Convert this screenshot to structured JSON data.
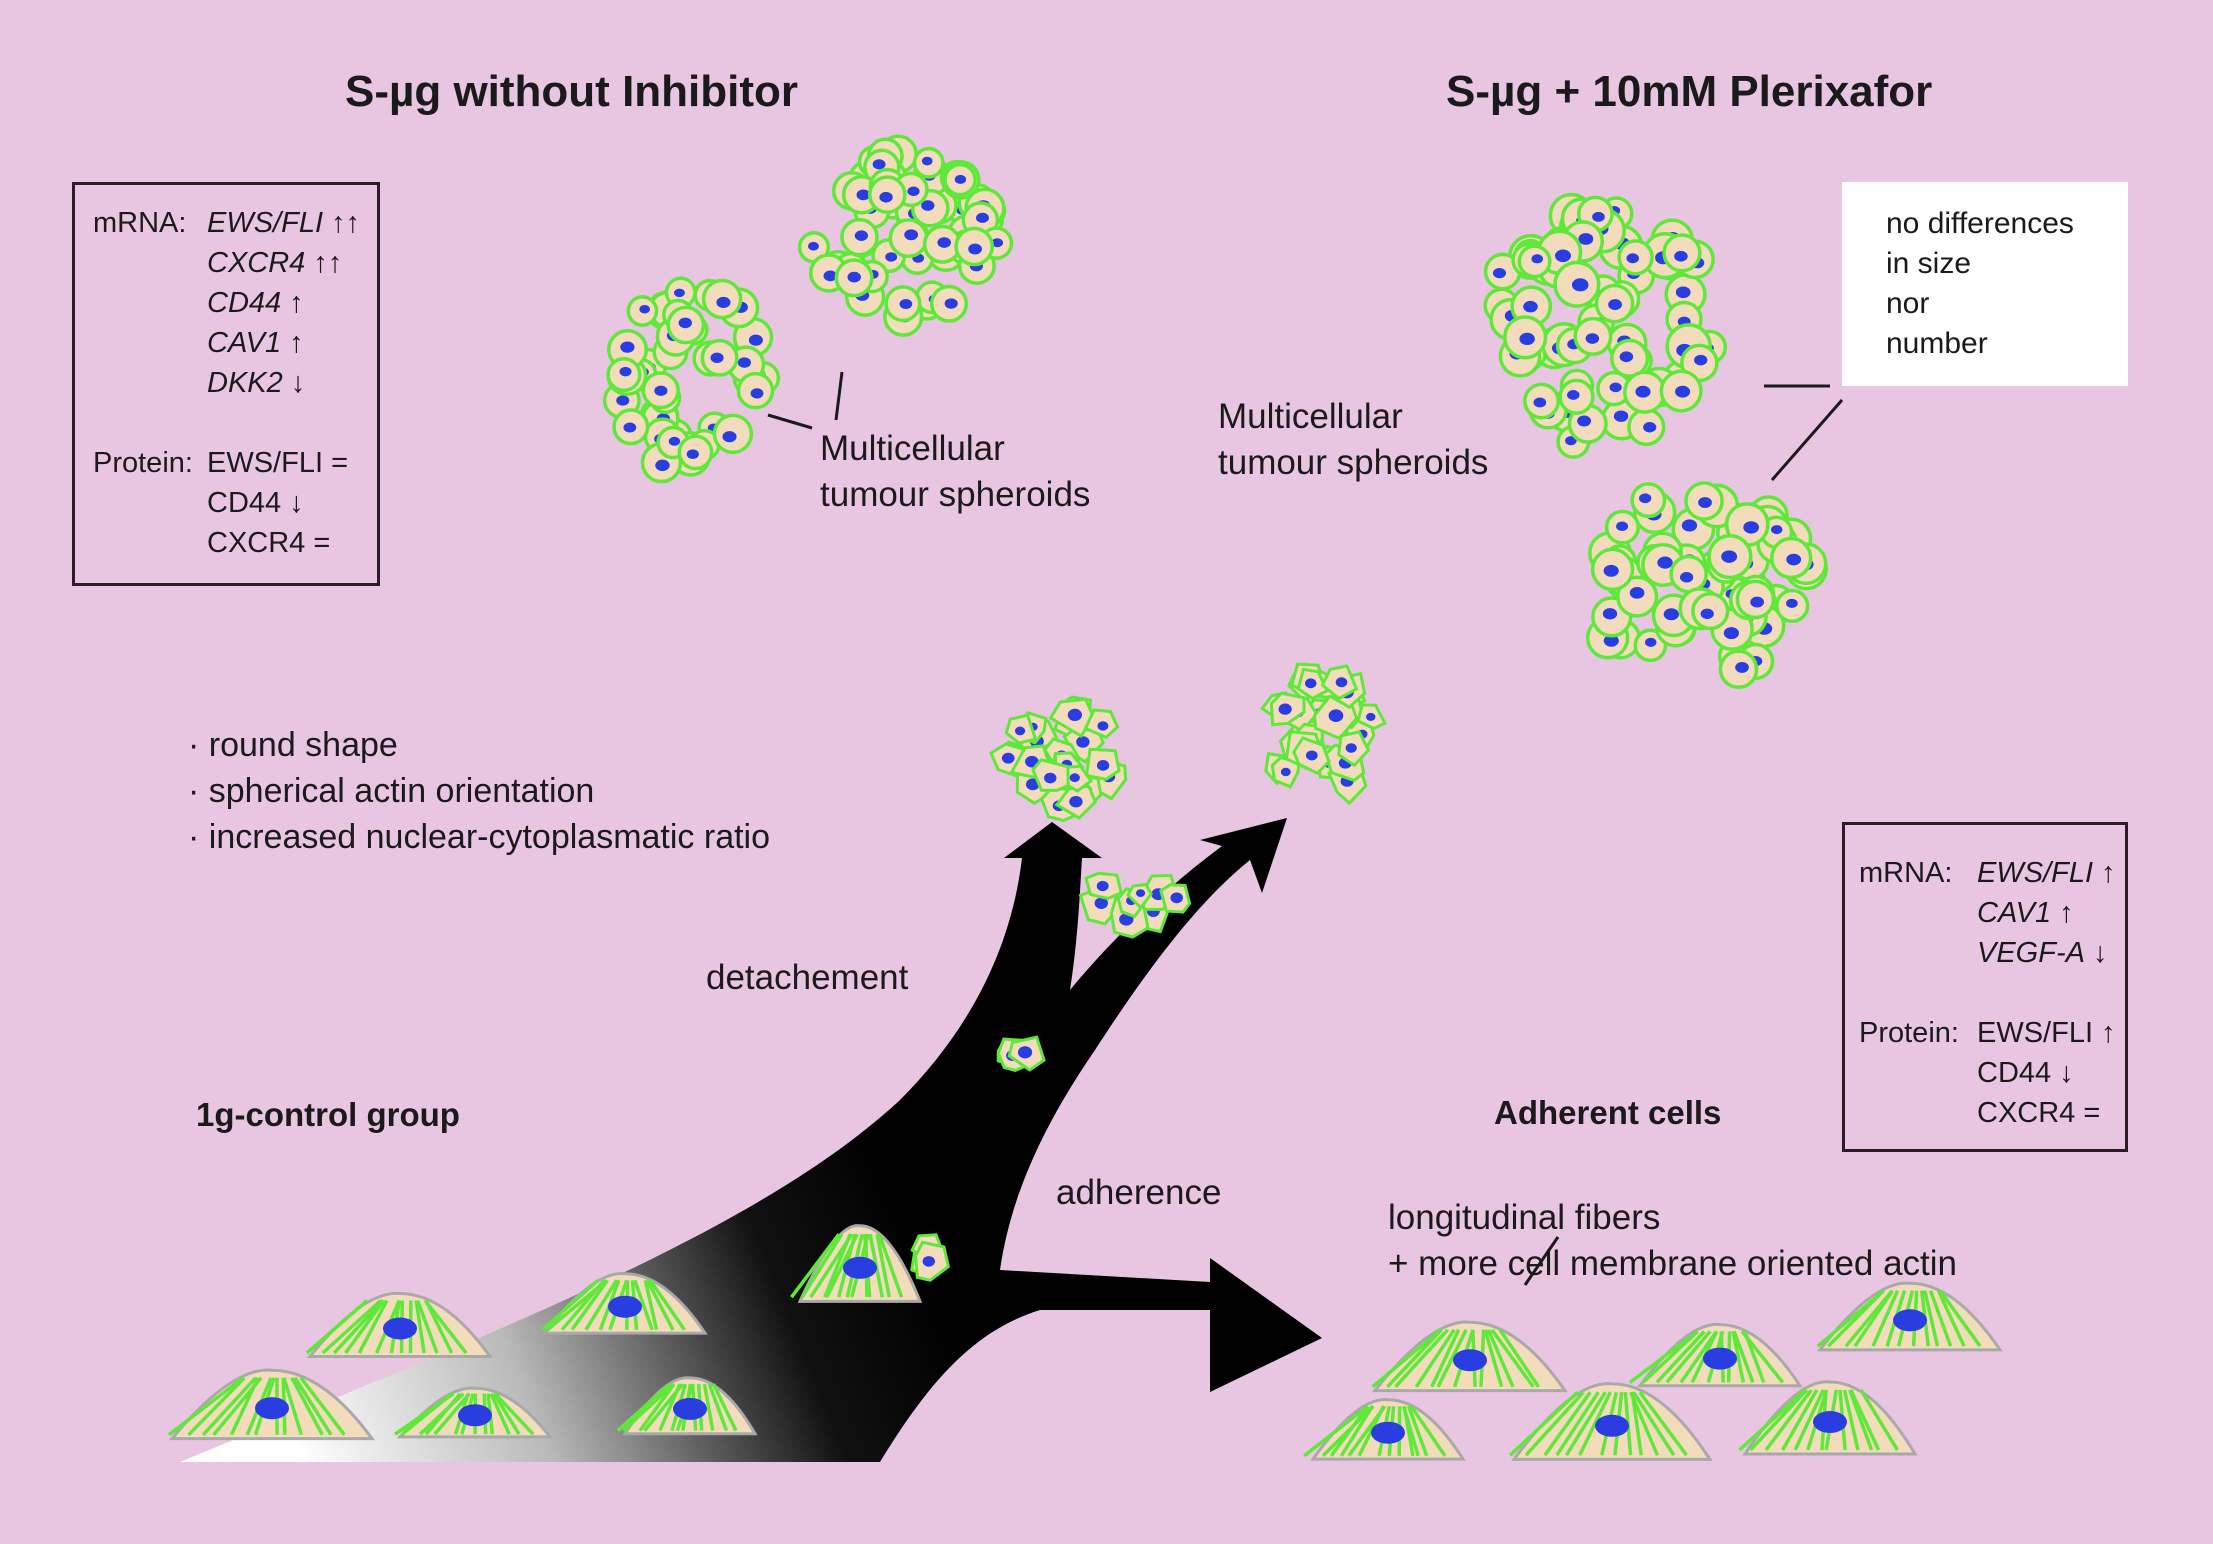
{
  "titles": {
    "left": "S-µg without Inhibitor",
    "right": "S-µg + 10mM Plerixafor"
  },
  "left_box": {
    "mrna_label": "mRNA:",
    "mrna": [
      {
        "gene": "EWS/FLI",
        "change": "↑↑"
      },
      {
        "gene": "CXCR4",
        "change": "↑↑"
      },
      {
        "gene": "CD44",
        "change": "↑"
      },
      {
        "gene": "CAV1",
        "change": "↑"
      },
      {
        "gene": "DKK2",
        "change": "↓"
      }
    ],
    "protein_label": "Protein:",
    "protein": [
      {
        "gene": "EWS/FLI",
        "change": "="
      },
      {
        "gene": "CD44",
        "change": "↓"
      },
      {
        "gene": "CXCR4",
        "change": "="
      }
    ]
  },
  "right_box": {
    "mrna_label": "mRNA:",
    "mrna": [
      {
        "gene": "EWS/FLI",
        "change": "↑"
      },
      {
        "gene": "CAV1",
        "change": "↑"
      },
      {
        "gene": "VEGF-A",
        "change": "↓"
      }
    ],
    "protein_label": "Protein:",
    "protein": [
      {
        "gene": "EWS/FLI",
        "change": "↑"
      },
      {
        "gene": "CD44",
        "change": "↓"
      },
      {
        "gene": "CXCR4",
        "change": "="
      }
    ]
  },
  "spheroid_label_left": [
    "Multicellular",
    "tumour spheroids"
  ],
  "spheroid_label_right": [
    "Multicellular",
    "tumour spheroids"
  ],
  "no_difference_note": [
    "no differences",
    "in size",
    "nor",
    "number"
  ],
  "features": [
    "· round shape",
    "· spherical actin orientation",
    "· increased nuclear-cytoplasmatic ratio"
  ],
  "detachement": "detachement",
  "adherence": "adherence",
  "control_group": "1g-control group",
  "adherent_cells": "Adherent cells",
  "fibers_note": [
    "longitudinal fibers",
    "+ more cell membrane oriented actin"
  ],
  "colors": {
    "background": "#e8c6e1",
    "cell_ring": "#5fe83a",
    "cytoplasm": "#f2dcbc",
    "nucleus": "#2a3de0",
    "arrow": "#000000",
    "line": "#1a1a1a"
  }
}
